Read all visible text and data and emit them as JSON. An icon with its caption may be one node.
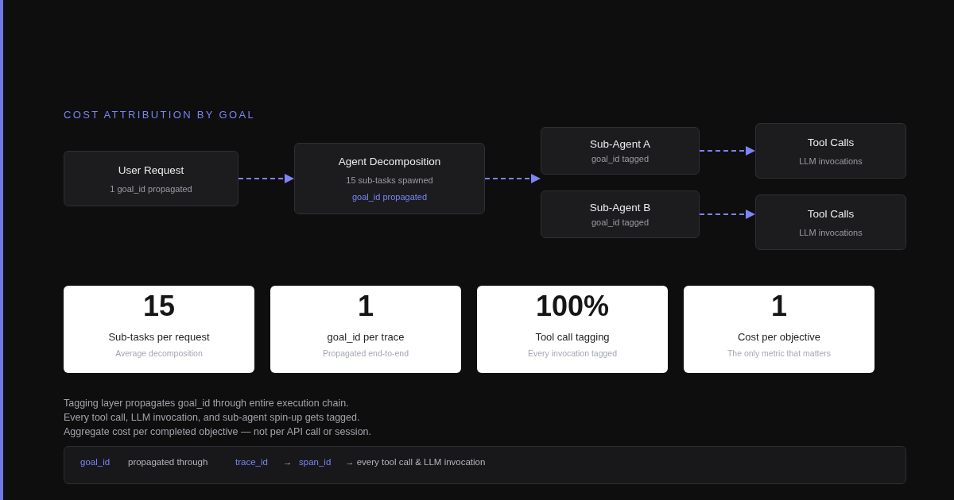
{
  "diagram": {
    "title": "COST ATTRIBUTION BY GOAL",
    "nodes": [
      {
        "text": [
          "User Request",
          "1 goal_id propagated"
        ]
      },
      {
        "text": [
          "Agent Decomposition",
          "15 sub-tasks spawned",
          "goal_id propagated"
        ]
      },
      {
        "text": [
          "Sub-Agent A",
          "goal_id tagged"
        ]
      },
      {
        "text": [
          "Tool Calls",
          "LLM invocations"
        ]
      },
      {
        "text": [
          "Sub-Agent B",
          "goal_id tagged"
        ]
      },
      {
        "text": [
          "Tool Calls",
          "LLM invocations"
        ]
      },
      {
        "text": [
          "15",
          "Sub-tasks per request",
          "Average decomposition"
        ]
      },
      {
        "text": [
          "1",
          "goal_id per trace",
          "Propagated end-to-end"
        ]
      },
      {
        "text": [
          "100%",
          "Tool call tagging",
          "Every invocation tagged"
        ]
      },
      {
        "text": [
          "1",
          "Cost per objective",
          "The only metric that matters"
        ]
      },
      {
        "text": [
          "goal_id",
          "propagated through",
          "trace_id",
          "→",
          "span_id",
          "→ every tool call & LLM invocation"
        ]
      }
    ],
    "edges": [
      {
        "from": 0,
        "to": 1,
        "arrow": "to",
        "style": "dashed"
      },
      {
        "from": 1,
        "to": 2,
        "arrow": "to",
        "style": "dashed"
      },
      {
        "from": 1,
        "to": 4,
        "arrow": "to",
        "style": "dashed"
      },
      {
        "from": 2,
        "to": 3,
        "arrow": "to",
        "style": "dashed"
      },
      {
        "from": 4,
        "to": 5,
        "arrow": "to",
        "style": "dashed"
      }
    ],
    "labels": [
      "Tagging layer propagates goal_id through entire execution chain.",
      "Every tool call, LLM invocation, and sub-agent spin-up gets tagged.",
      "Aggregate cost per completed objective — not per API call or session."
    ]
  }
}
